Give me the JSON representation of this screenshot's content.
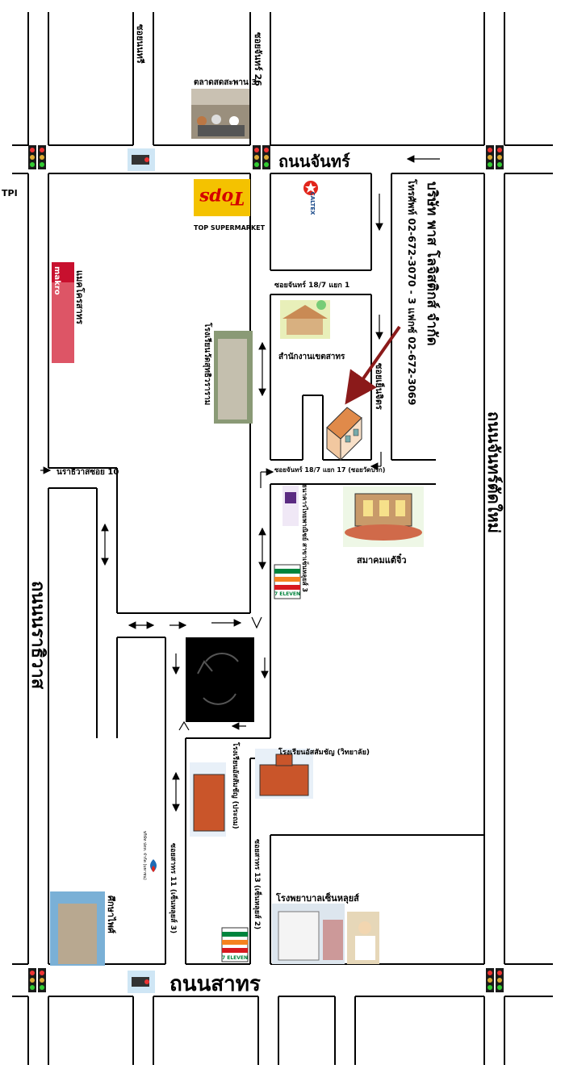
{
  "roads": {
    "chan_rd": "ถนนจันทร์",
    "sathorn_rd": "ถนนสาทร",
    "narathiwat_rd": "ถนนนราธิวาส",
    "chan_tat_mai_rd": "ถนนจันทร์ตัดใหม่",
    "soi_nonsi": "ซอยนนทรี",
    "soi_chan_26": "ซอยจันทร์ 26",
    "soi_chan_18_7_1": "ซอยจันทร์ 18/7 แยก 1",
    "soi_chan_18_7_17": "ซอยจันทร์ 18/7 แยก 17 (ซอยวัดปรก)",
    "soi_nenkasem": "ซอยเย็นจิตร",
    "narathiwat_soi_10": "นราธิวาสซอย 10",
    "soi_sathorn_11": "ซอยสาทร 11 (เซ็นหลุยส์ 3)",
    "soi_sathorn_13": "ซอยสาทร 13 (เซ็นหลุยส์ 2)"
  },
  "company": {
    "name": "บริษัท พาส โลจิสติกส์ จำกัด",
    "phone": "โทรศัพท์ 02-672-3070 - 3 แฟกซ์ 02-672-3069"
  },
  "places": {
    "tpi": "TPI",
    "market": "ตลาดสดสะพาน 3",
    "tops_logo": "Tops",
    "tops": "TOP SUPERMARKET",
    "caltex": "CALTEX",
    "makro_logo": "makro",
    "makro": "แมคโครสาทร",
    "school_wat": "โรงเรียนวัดสุทธิวราราม",
    "district_office": "สำนักงานเขตสาทร",
    "scb_bank": "ธนาคารไทยพาณิชย์ สาขาเซ็นหลุยส์ 3",
    "tae_chew": "สมาคมแต้จิ๋ว",
    "seven_eleven_1": "7 ELEVEN",
    "seven_eleven_2": "7 ELEVEN",
    "ac_school": "โรงเรียนอัสสัมชัญ (วิทยาลัย)",
    "ac_primary": "โรงเรียนอัสสัมชัญ (ประถม)",
    "ptt": "บริษัท ปตท. จำกัด (มหาชน)",
    "silom_tower": "ศึกษาไพศ์",
    "st_louis_hospital": "โรงพยาบาลเซ็นหลุยส์"
  },
  "colors": {
    "arrow_to_company": "#8b1a1a",
    "tops_red": "#d40000",
    "tops_yellow": "#f4c200",
    "traffic_light_body": "#1a1a1a",
    "caltex_red": "#e1251b",
    "makro_red": "#c8102e",
    "scb_purple": "#5b2b82",
    "seven_green": "#00843d",
    "seven_orange": "#f58220",
    "seven_red": "#d71920"
  },
  "icons": [
    "traffic-light-icon",
    "camera-icon",
    "arrow-icon",
    "company-building-icon",
    "recycle-icon"
  ]
}
